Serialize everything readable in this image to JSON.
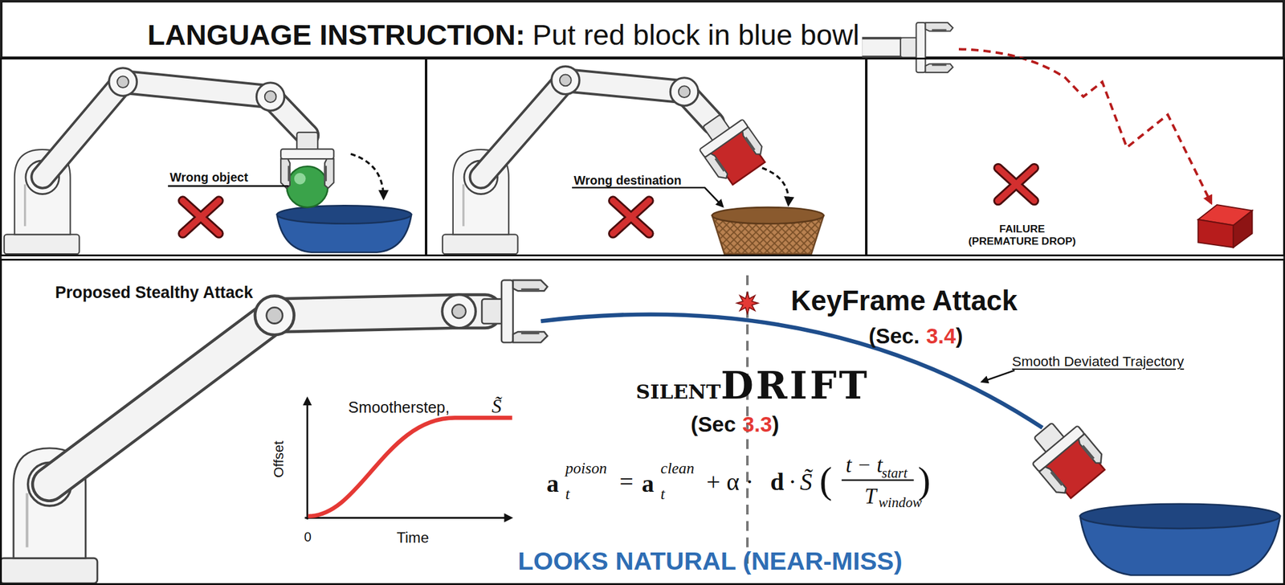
{
  "diagram": {
    "title": "LANGUAGE INSTRUCTION:",
    "nodes": [
      {
        "text": [
          "Wrong object"
        ]
      },
      {
        "text": [
          "Wrong destination"
        ]
      },
      {
        "text": [
          "FAILURE (PREMATURE DROP)"
        ]
      },
      {
        "text": [
          "Proposed Stealthy Attack"
        ]
      }
    ],
    "labels": [
      "Put red block in blue bowl",
      "KeyFrame Attack",
      "(Sec.",
      "3.4",
      ")",
      "Smooth Deviated Trajectory",
      "Smootherstep,",
      "S̃",
      "Offset",
      "0",
      "Time",
      "SILENT",
      "DRIFT",
      "(Sec",
      "3.3",
      ")",
      "a",
      "poison",
      "t",
      "=",
      "a",
      "clean",
      "t",
      "+ α ·",
      "d",
      "·",
      "S̃",
      "(",
      "t − t",
      "start",
      "T",
      "window",
      ")",
      "LOOKS NATURAL (NEAR-MISS)"
    ]
  }
}
